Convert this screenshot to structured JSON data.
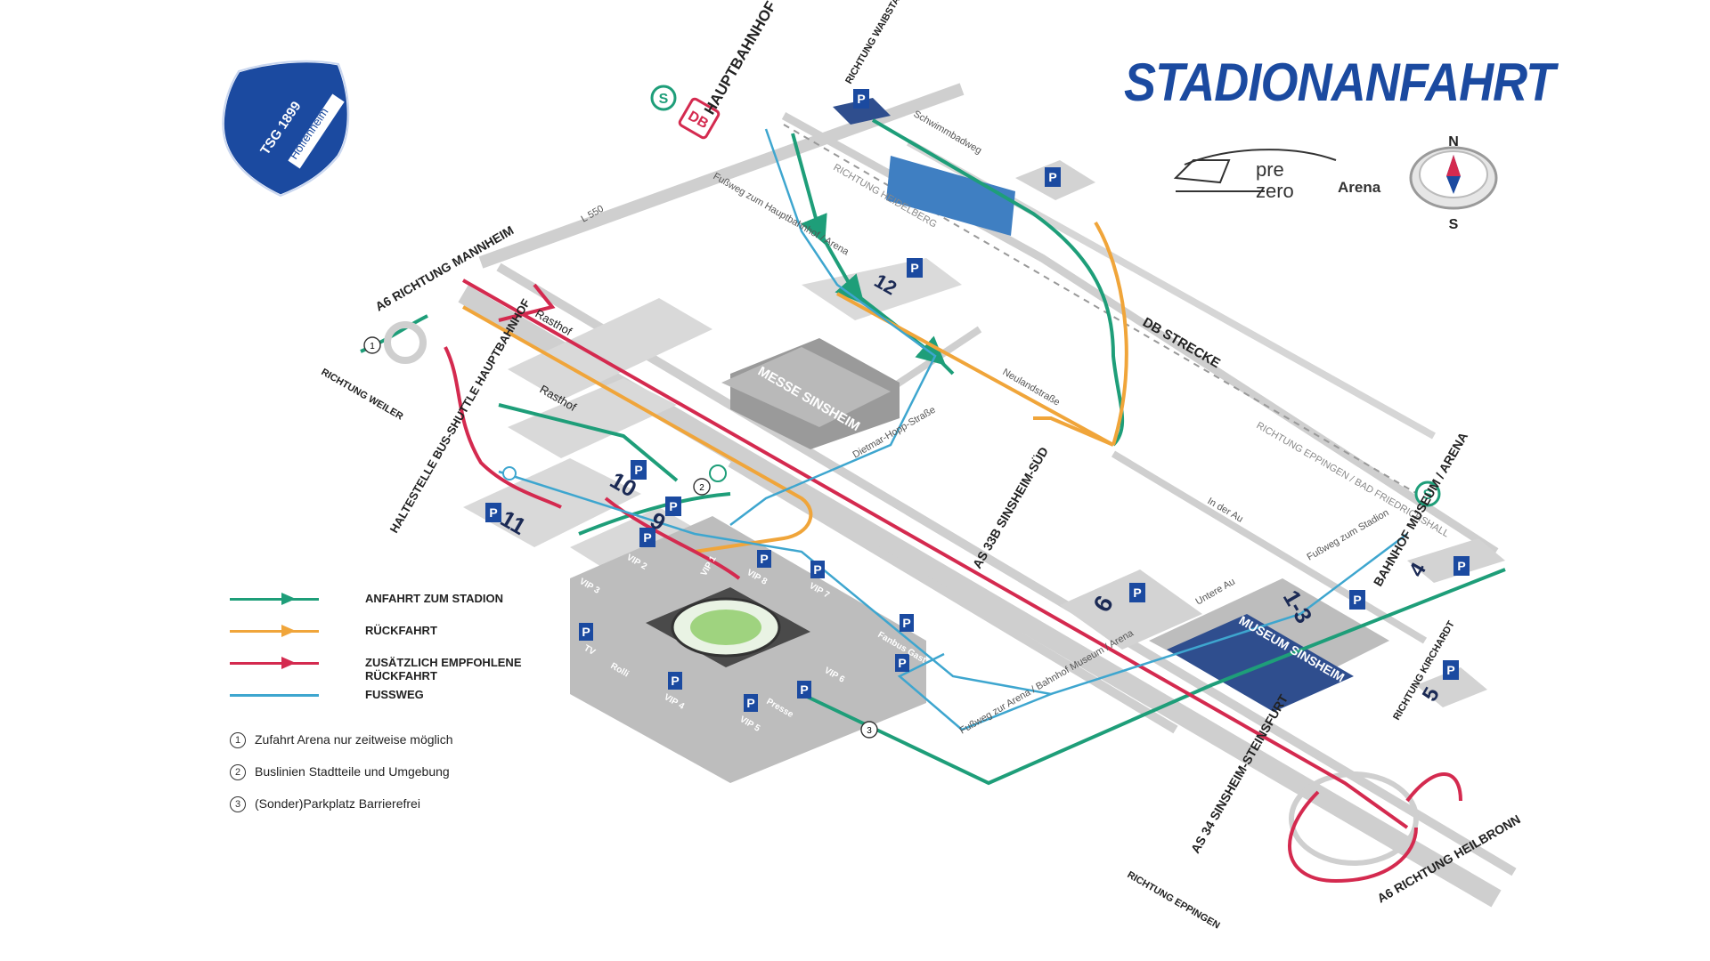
{
  "title": "STADIONANFAHRT",
  "club": {
    "name": "TSG 1899",
    "sub": "Hoffenheim"
  },
  "sponsor": {
    "line1": "pre",
    "line2": "zero",
    "line3": "Arena"
  },
  "compass": {
    "north": "N",
    "south": "S"
  },
  "colors": {
    "brand": "#1b4aa0",
    "green": "#1e9e79",
    "orange": "#f0a53a",
    "red": "#d42a4f",
    "blue": "#3ea6cf",
    "gray": "#cfcfcf",
    "dark": "#9a9a9a"
  },
  "legend": [
    {
      "label": "ANFAHRT ZUM STADION",
      "color": "#1e9e79"
    },
    {
      "label": "RÜCKFAHRT",
      "color": "#f0a53a"
    },
    {
      "label": "ZUSÄTZLICH EMPFOHLENE RÜCKFAHRT",
      "color": "#d42a4f"
    },
    {
      "label": "FUSSWEG",
      "color": "#3ea6cf"
    }
  ],
  "notes": [
    {
      "num": "1",
      "text": "Zufahrt Arena nur zeitweise möglich"
    },
    {
      "num": "2",
      "text": "Buslinien Stadtteile und Umgebung"
    },
    {
      "num": "3",
      "text": "(Sonder)Parkplatz Barrierefrei"
    }
  ],
  "places": {
    "hbf": "HAUPTBAHNHOF SINSHEIM",
    "waibstadt": "RICHTUNG WAIBSTADT",
    "schwimmbad": "Schwimmbadweg",
    "heidelberg": "RICHTUNG HEIDELBERG",
    "fussweg_hbf": "Fußweg zum Hauptbahnhof / Arena",
    "l550": "L 550",
    "a6_mannheim": "A6 RICHTUNG MANNHEIM",
    "weiler": "RICHTUNG WEILER",
    "rasthof1": "Rasthof",
    "rasthof2": "Rasthof",
    "messe": "MESSE SINSHEIM",
    "db_strecke": "DB STRECKE",
    "neuland": "Neulandstraße",
    "dietmar": "Dietmar-Hopp-Straße",
    "eppingen_rail": "RICHTUNG EPPINGEN / BAD FRIEDRICHSHALL",
    "in_der_au": "In der Au",
    "fussweg_stadion": "Fußweg zum Stadion",
    "bahnhof_museum": "BAHNHOF MUSEUM / ARENA",
    "haltestelle": "HALTESTELLE BUS-SHUTTLE HAUPTBAHNHOF",
    "as33b": "AS 33B SINSHEIM-SÜD",
    "untere_au": "Untere Au",
    "museum": "MUSEUM SINSHEIM",
    "fussweg_arena": "Fußweg zur Arena / Bahnhof Museum / Arena",
    "as34": "AS 34 SINSHEIM-STEINSFURT",
    "kirchardt": "RICHTUNG KIRCHARDT",
    "eppingen": "RICHTUNG EPPINGEN",
    "a6_heilbronn": "A6 RICHTUNG HEILBRONN"
  },
  "parking": {
    "p12": "12",
    "p11": "11",
    "p10": "10",
    "p9": "9",
    "p6": "6",
    "p13": "1-3",
    "p4": "4",
    "p5": "5",
    "vip1": "VIP 1",
    "vip2": "VIP 2",
    "vip3": "VIP 3",
    "vip4": "VIP 4",
    "vip5": "VIP 5",
    "vip6": "VIP 6",
    "vip7": "VIP 7",
    "vip8": "VIP 8",
    "tv": "TV",
    "rolli": "Rolli",
    "presse": "Presse",
    "fanbus": "Fanbus Gast"
  },
  "markers": {
    "s": "S",
    "db": "DB",
    "p": "P",
    "one": "1",
    "two": "2",
    "three": "3"
  }
}
